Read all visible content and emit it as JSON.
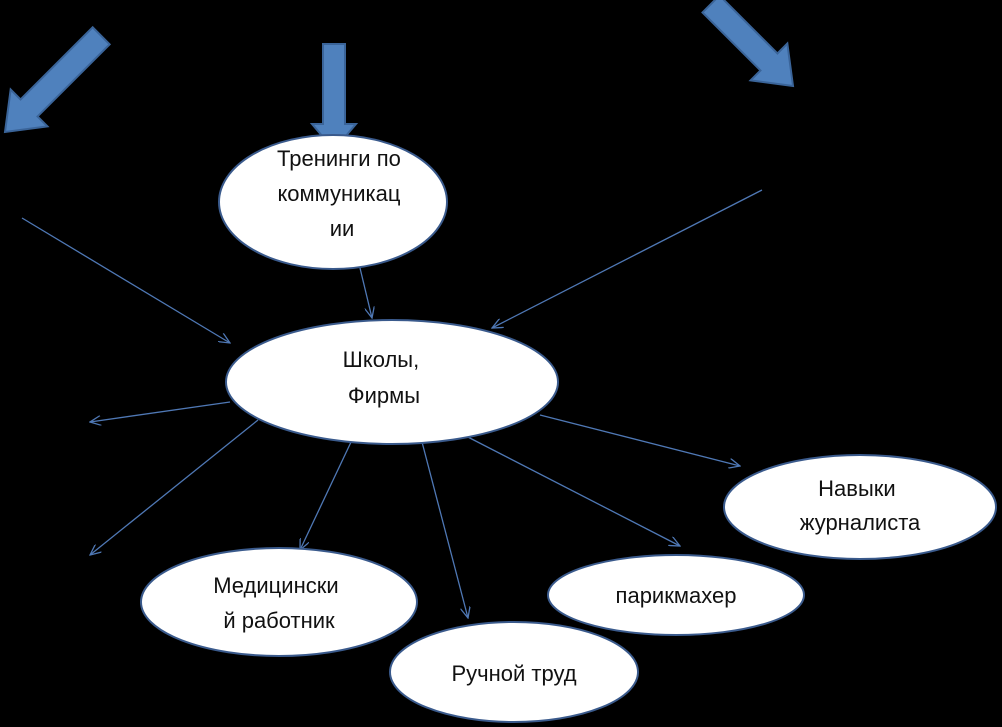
{
  "nodes": {
    "trainings": {
      "lines": [
        "Тренинги по",
        "коммуникац",
        "ии"
      ]
    },
    "schools": {
      "lines": [
        "Школы,",
        "Фирмы"
      ]
    },
    "journalist": {
      "lines": [
        "Навыки",
        "журналиста"
      ]
    },
    "hairdresser": {
      "lines": [
        "парикмахер"
      ]
    },
    "medical": {
      "lines": [
        "Медицински",
        "й работник"
      ]
    },
    "manual": {
      "lines": [
        "Ручной труд"
      ]
    }
  },
  "colors": {
    "background": "#000000",
    "node_fill": "#ffffff",
    "node_stroke": "#3a5a8c",
    "connector": "#4f78b5",
    "block_arrow": "#4f81bd"
  }
}
